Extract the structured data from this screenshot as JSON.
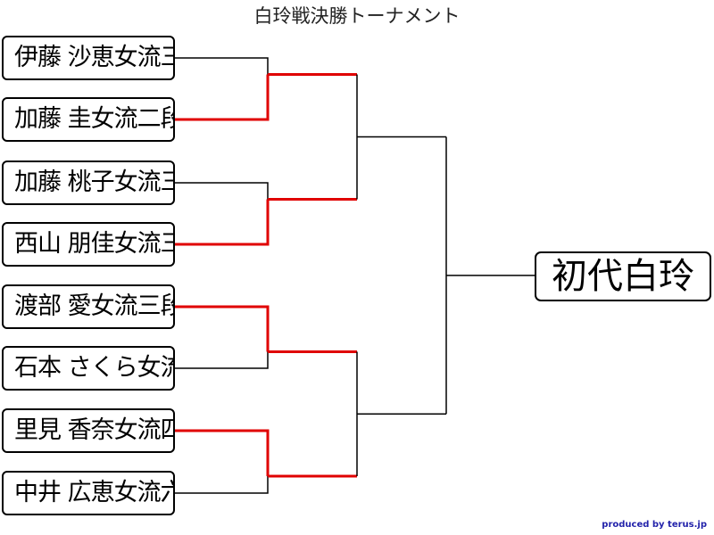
{
  "title": "白玲戦決勝トーナメント",
  "players": [
    "伊藤 沙恵女流三段",
    "加藤 圭女流二段",
    "加藤 桃子女流三段",
    "西山 朋佳女流三冠",
    "渡部 愛女流三段",
    "石本 さくら女流二段",
    "里見 香奈女流四冠",
    "中井 広恵女流六段"
  ],
  "winner": "初代白玲",
  "credit": "produced by terus.jp",
  "colors": {
    "advance_line": "#e00000",
    "line": "#000000"
  },
  "round1_winners": [
    1,
    3,
    4,
    6
  ]
}
